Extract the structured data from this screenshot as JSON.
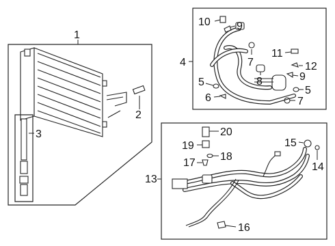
{
  "callouts": {
    "c1": "1",
    "c2": "2",
    "c3": "3",
    "c4": "4",
    "c5a": "5",
    "c5b": "5",
    "c6": "6",
    "c7a": "7",
    "c7b": "7",
    "c8": "8",
    "c9a": "9",
    "c9b": "9",
    "c10": "10",
    "c11": "11",
    "c12": "12",
    "c13": "13",
    "c14": "14",
    "c15": "15",
    "c16": "16",
    "c17": "17",
    "c18": "18",
    "c19": "19",
    "c20": "20"
  },
  "colors": {
    "line": "#222222",
    "background": "#ffffff"
  }
}
